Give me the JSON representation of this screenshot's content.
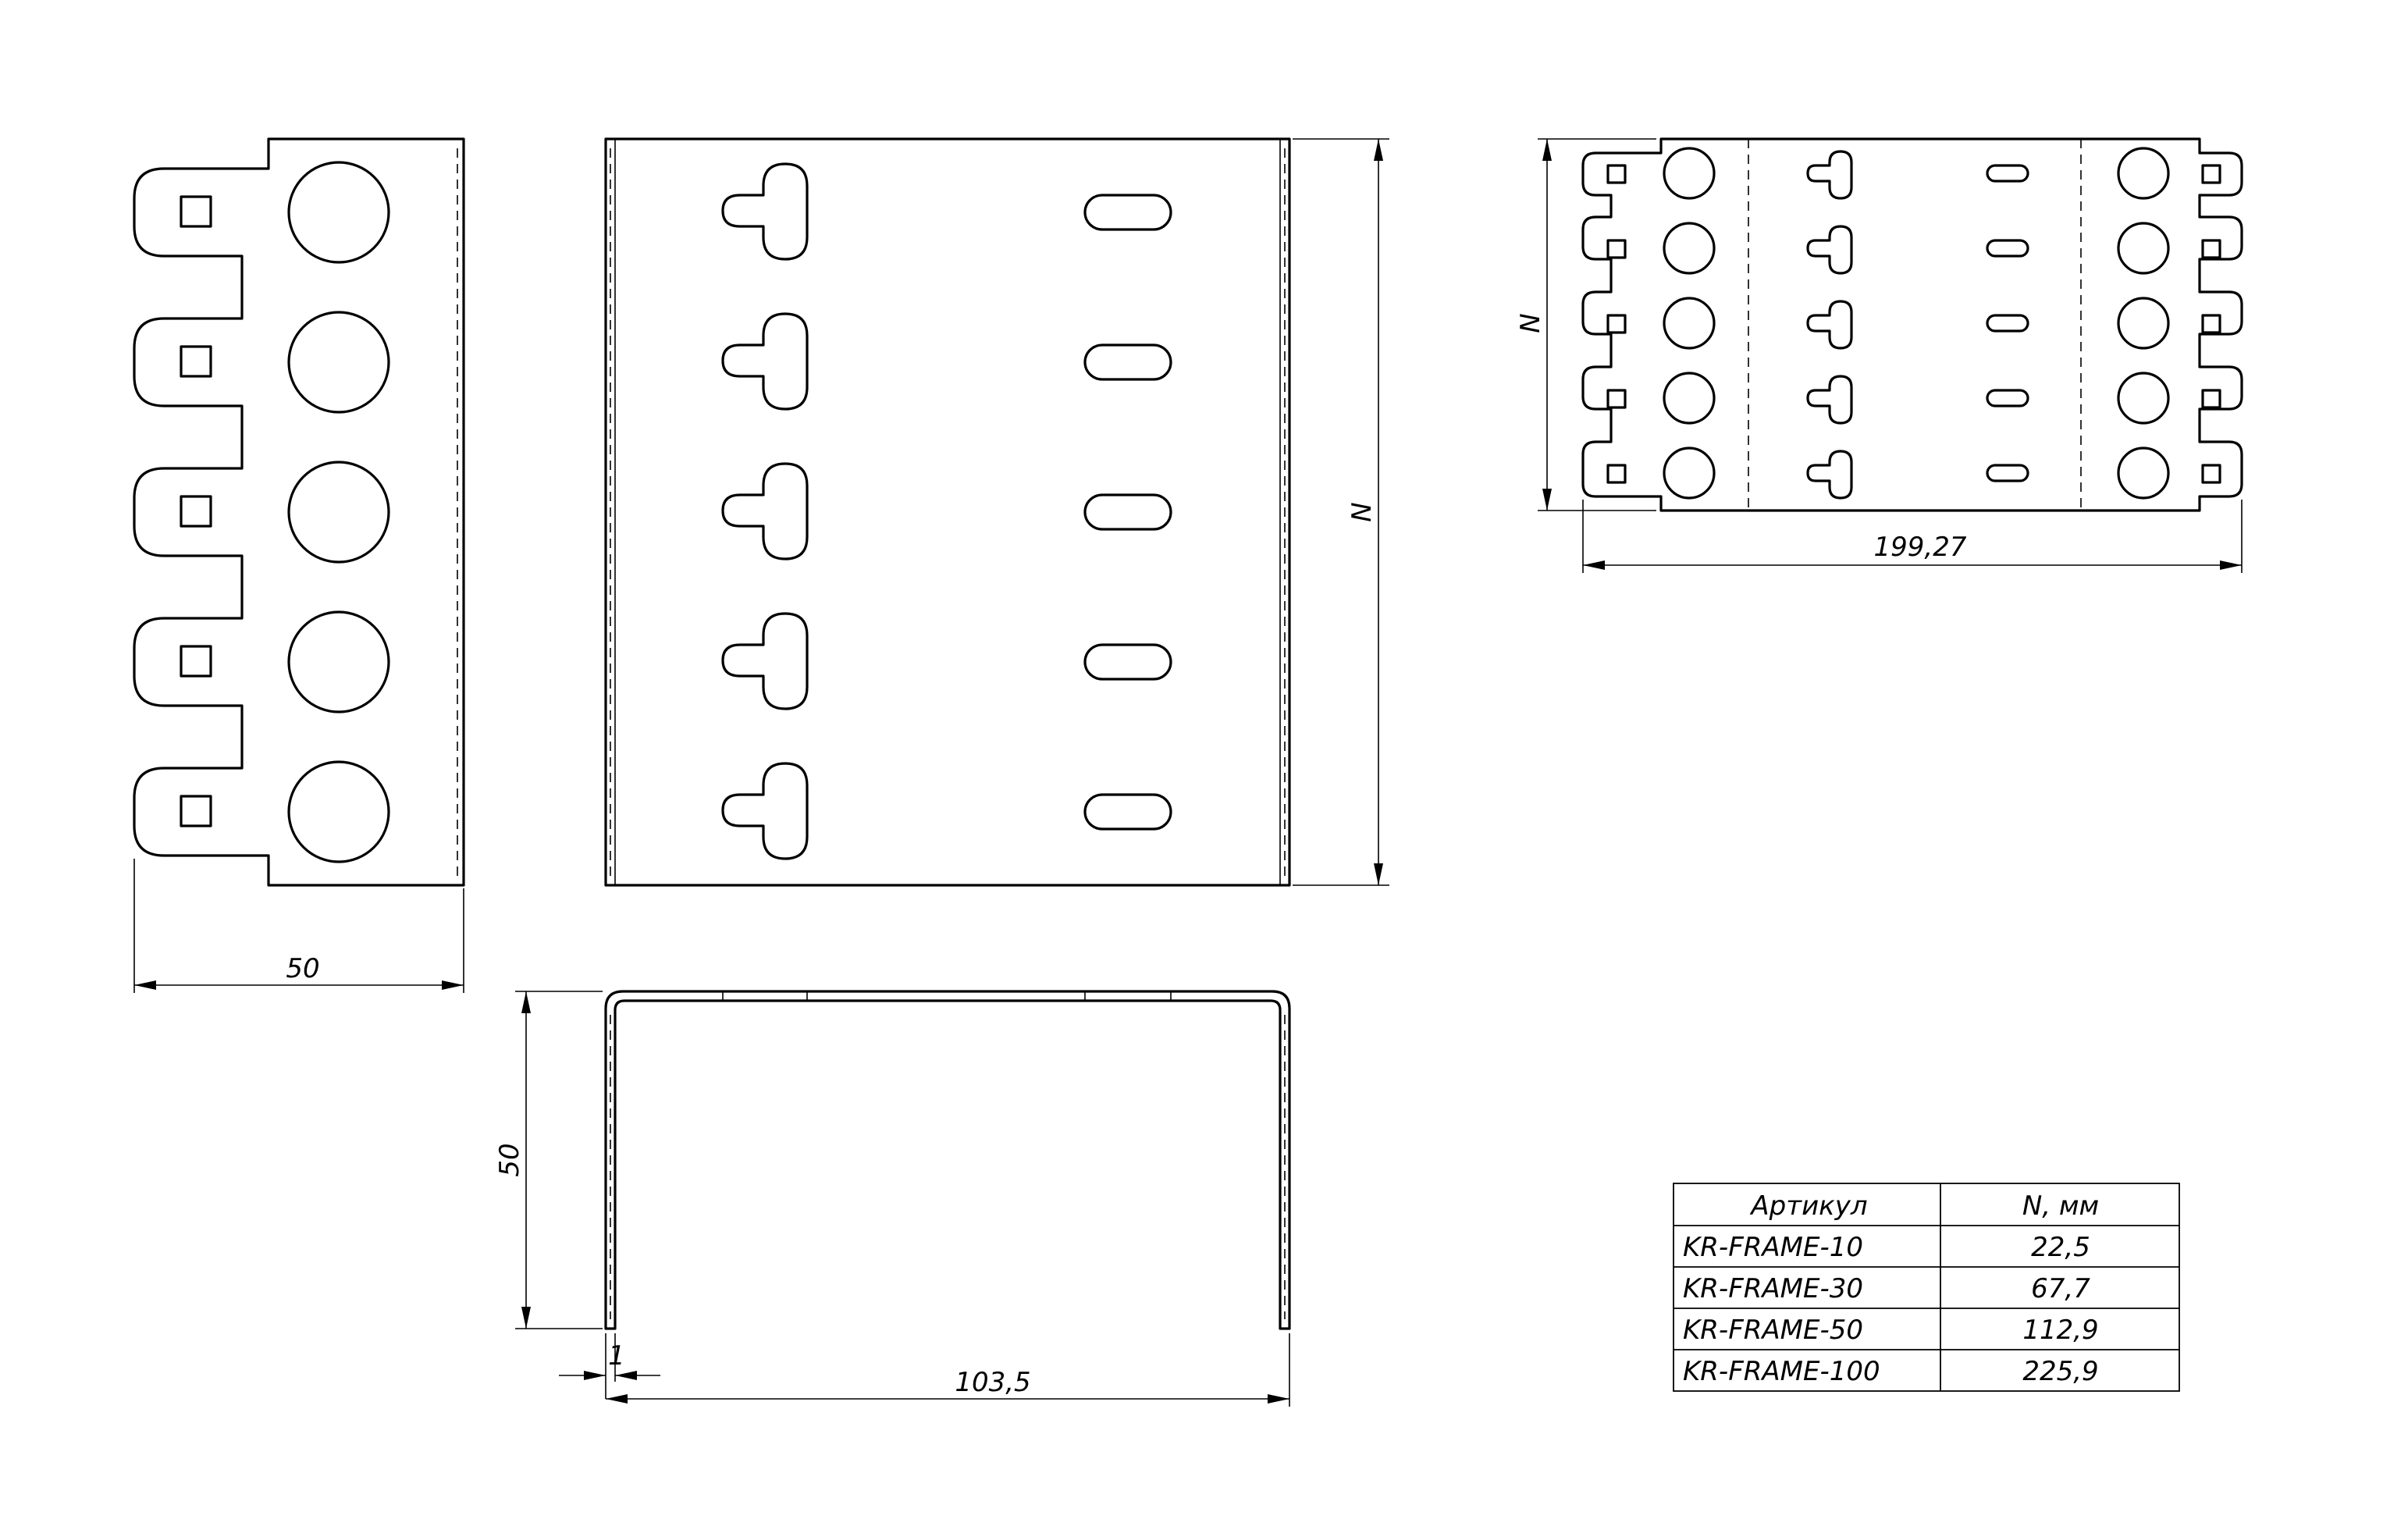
{
  "dimensions": {
    "side_width": "50",
    "front_height": "N",
    "profile_height": "50",
    "thickness": "1",
    "profile_width": "103,5",
    "top_height": "N",
    "top_width": "199,27"
  },
  "table": {
    "headers": [
      "Артикул",
      "N, мм"
    ],
    "rows": [
      [
        "KR-FRAME-10",
        "22,5"
      ],
      [
        "KR-FRAME-30",
        "67,7"
      ],
      [
        "KR-FRAME-50",
        "112,9"
      ],
      [
        "KR-FRAME-100",
        "225,9"
      ]
    ]
  }
}
